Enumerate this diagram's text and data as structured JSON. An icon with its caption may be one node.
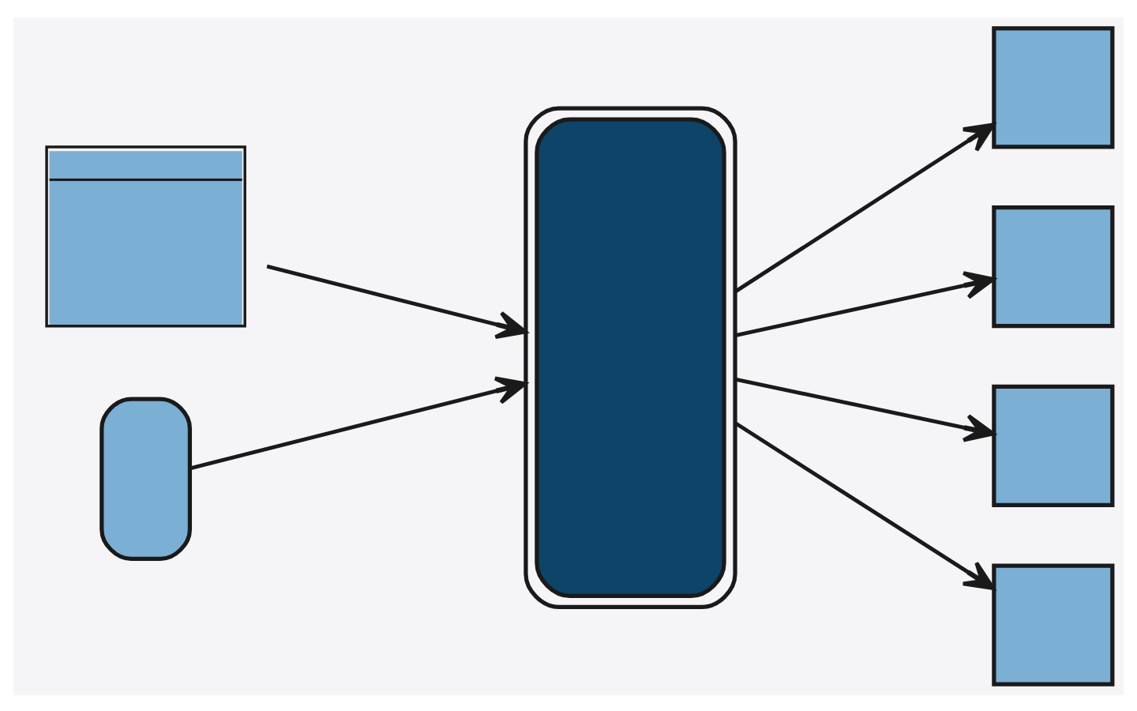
{
  "diagram": {
    "nodes": [
      {
        "text": [],
        "shape": "window"
      },
      {
        "text": [],
        "shape": "phone"
      },
      {
        "text": [],
        "shape": "pill"
      },
      {
        "text": [],
        "shape": "box"
      },
      {
        "text": [],
        "shape": "box"
      },
      {
        "text": [],
        "shape": "box"
      },
      {
        "text": [],
        "shape": "box"
      }
    ],
    "edges": [
      {
        "from": 0,
        "to": 2,
        "arrow": "to"
      },
      {
        "from": 1,
        "to": 2,
        "arrow": "to"
      },
      {
        "from": 2,
        "to": 3,
        "arrow": "to"
      },
      {
        "from": 2,
        "to": 4,
        "arrow": "to"
      },
      {
        "from": 2,
        "to": 5,
        "arrow": "to"
      },
      {
        "from": 2,
        "to": 6,
        "arrow": "to"
      }
    ]
  }
}
